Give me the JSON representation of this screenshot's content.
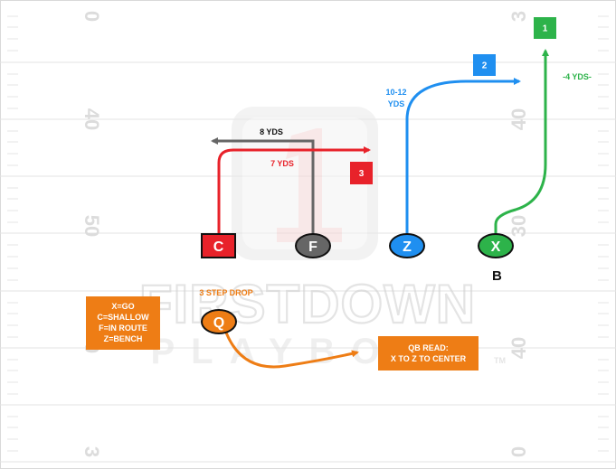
{
  "field": {
    "yard_numbers": [
      "0",
      "40",
      "50",
      "0",
      "3",
      "3",
      "40",
      "30",
      "40",
      "0"
    ],
    "watermark": {
      "line1": "FIRSTDOWN",
      "line2": "PLAYBOOK",
      "tm": "TM"
    }
  },
  "routes": [
    {
      "id": "1",
      "color": "#2db34a",
      "label": "-4 YDS-"
    },
    {
      "id": "2",
      "color": "#1f8ff0",
      "label_line1": "10-12",
      "label_line2": "YDS"
    },
    {
      "id": "3",
      "color": "#e8222a",
      "label": "7 YDS"
    },
    {
      "id": "F",
      "color": "#666666",
      "label": "8 YDS"
    }
  ],
  "players": [
    {
      "letter": "C",
      "color": "#e8222a"
    },
    {
      "letter": "F",
      "color": "#666666"
    },
    {
      "letter": "Z",
      "color": "#1f8ff0"
    },
    {
      "letter": "X",
      "color": "#2db34a"
    },
    {
      "letter": "Q",
      "color": "#ee7d15"
    }
  ],
  "defense": {
    "label": "B"
  },
  "qb": {
    "drop_label": "3 STEP DROP"
  },
  "legend": {
    "lines": [
      "X=GO",
      "C=SHALLOW",
      "F=IN ROUTE",
      "Z=BENCH"
    ]
  },
  "read": {
    "line1": "QB READ:",
    "line2": "X TO Z TO CENTER"
  }
}
